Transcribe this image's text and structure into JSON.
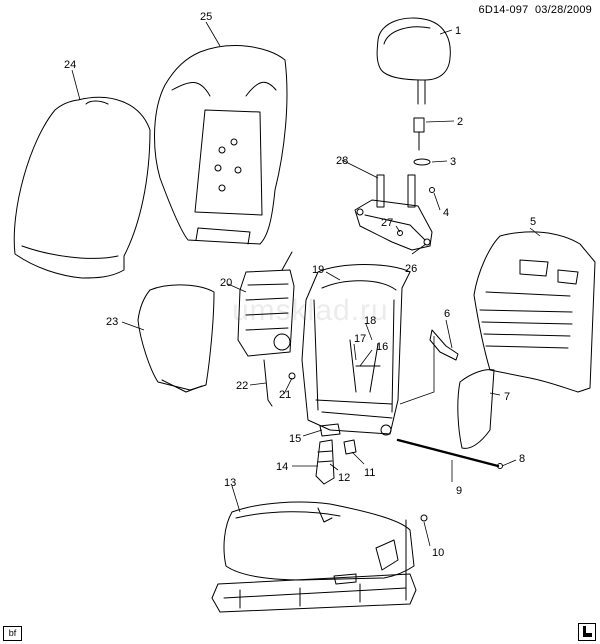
{
  "header": {
    "code": "6D14-097",
    "date": "03/28/2009"
  },
  "footer": {
    "corner_label": "bf"
  },
  "watermark": "umsklad.ru",
  "callouts": [
    {
      "id": "1",
      "text": "1"
    },
    {
      "id": "2",
      "text": "2"
    },
    {
      "id": "3",
      "text": "3"
    },
    {
      "id": "4",
      "text": "4"
    },
    {
      "id": "5",
      "text": "5"
    },
    {
      "id": "6",
      "text": "6"
    },
    {
      "id": "7",
      "text": "7"
    },
    {
      "id": "8",
      "text": "8"
    },
    {
      "id": "9",
      "text": "9"
    },
    {
      "id": "10",
      "text": "10"
    },
    {
      "id": "11",
      "text": "11"
    },
    {
      "id": "12",
      "text": "12"
    },
    {
      "id": "13",
      "text": "13"
    },
    {
      "id": "14",
      "text": "14"
    },
    {
      "id": "15",
      "text": "15"
    },
    {
      "id": "16",
      "text": "16"
    },
    {
      "id": "17",
      "text": "17"
    },
    {
      "id": "18",
      "text": "18"
    },
    {
      "id": "19",
      "text": "19"
    },
    {
      "id": "20",
      "text": "20"
    },
    {
      "id": "21",
      "text": "21"
    },
    {
      "id": "22",
      "text": "22"
    },
    {
      "id": "23",
      "text": "23"
    },
    {
      "id": "24",
      "text": "24"
    },
    {
      "id": "25",
      "text": "25"
    },
    {
      "id": "26",
      "text": "26"
    },
    {
      "id": "27",
      "text": "27"
    },
    {
      "id": "28",
      "text": "28"
    }
  ]
}
